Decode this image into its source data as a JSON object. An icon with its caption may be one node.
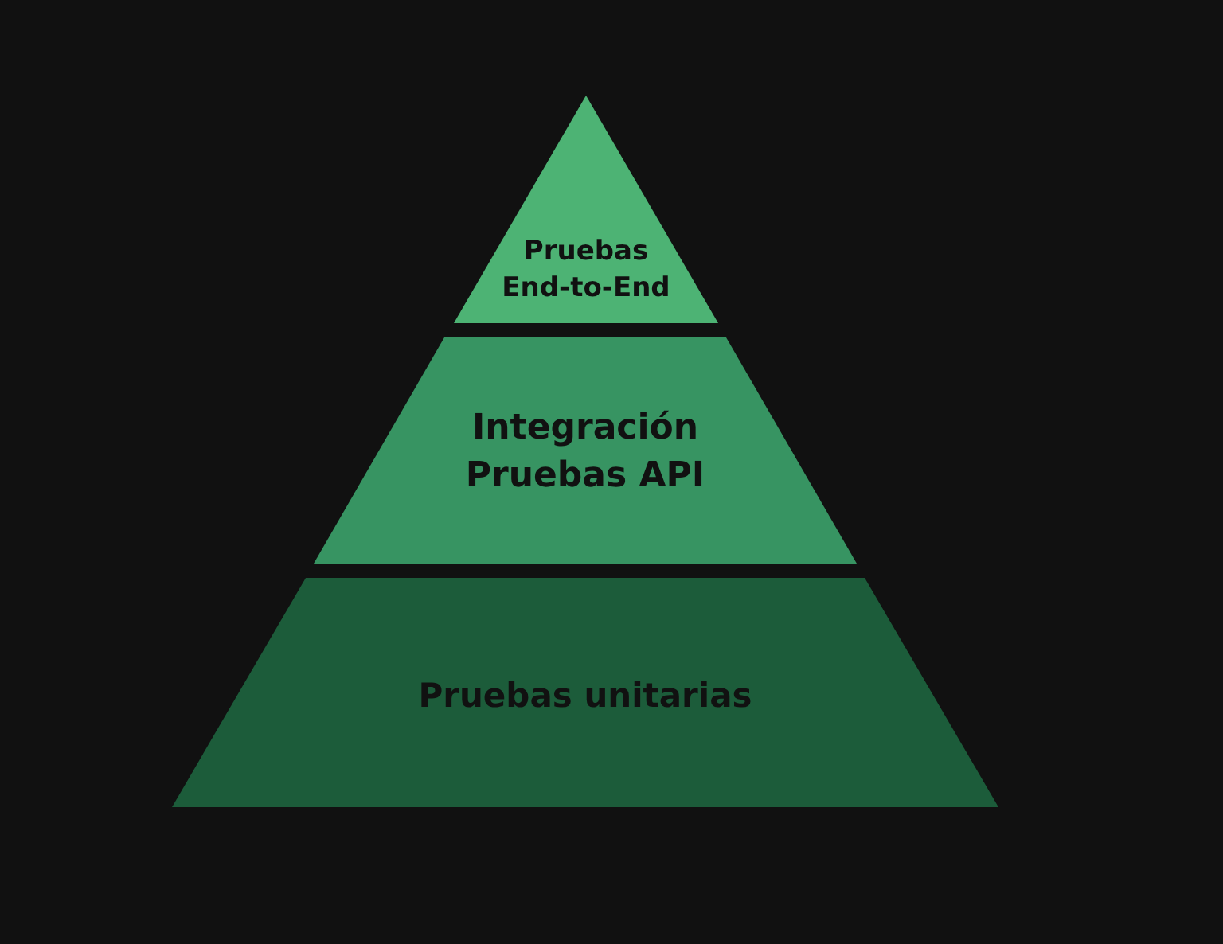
{
  "diagram": {
    "nodes": [
      {
        "text": [
          "Pruebas End-to-End"
        ]
      },
      {
        "text": [
          "Integración Pruebas API"
        ]
      },
      {
        "text": [
          "Pruebas unitarias"
        ]
      }
    ]
  }
}
